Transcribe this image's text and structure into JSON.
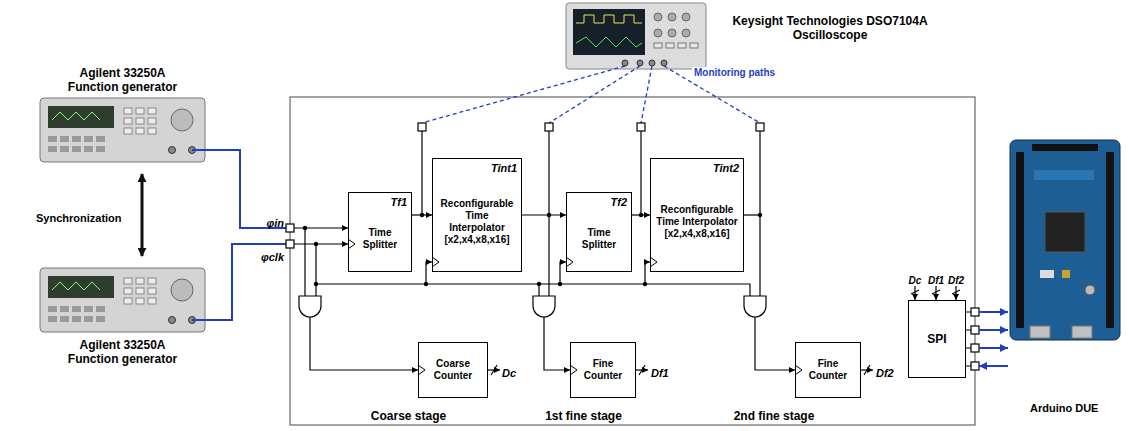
{
  "diagram": {
    "nodes": [
      {
        "text": [
          "Coarse stage"
        ]
      },
      {
        "text": [
          "1st fine stage"
        ]
      },
      {
        "text": [
          "2nd fine stage"
        ]
      },
      {
        "text": [
          "Tf1",
          "Time Splitter"
        ],
        "in": 1
      },
      {
        "text": [
          "Tint1",
          "Reconfigurable Time Interpolator [x2,x4,x8,x16]"
        ],
        "in": 1
      },
      {
        "text": [
          "Tf2",
          "Time Splitter"
        ],
        "in": 2
      },
      {
        "text": [
          "Tint2",
          "Reconfigurable Time Interpolator [x2,x4,x8,x16]"
        ],
        "in": 2
      },
      {
        "text": [
          "Coarse Counter"
        ],
        "in": 0
      },
      {
        "text": [
          "Fine Counter"
        ],
        "in": 1
      },
      {
        "text": [
          "Fine Counter"
        ],
        "in": 2
      },
      {
        "text": [
          "SPI"
        ]
      }
    ],
    "edges": [
      {
        "from": 3,
        "to": 4,
        "arrow": "to"
      },
      {
        "from": 4,
        "to": 5,
        "arrow": "to"
      },
      {
        "from": 5,
        "to": 6,
        "arrow": "to"
      }
    ],
    "labels": [
      "Keysight Technologies DSO7104A Oscilloscope",
      "Agilent 33250A Function generator",
      "Synchronization",
      "Agilent 33250A Function generator",
      "Monitoring paths",
      "φin",
      "φclk",
      "Dc",
      "Df1",
      "Df2",
      "Dc",
      "Df1",
      "Df2",
      "Arduino DUE"
    ]
  }
}
